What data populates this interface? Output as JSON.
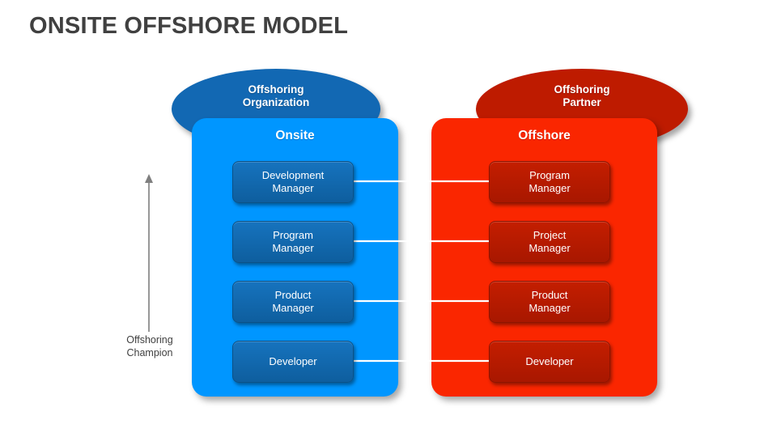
{
  "page": {
    "title": "ONSITE OFFSHORE MODEL",
    "background_color": "#FFFFFF",
    "title_color": "#404040"
  },
  "colors": {
    "ellipse_blue": "#1268B3",
    "ellipse_red": "#BE1B00",
    "panel_blue": "#0096FF",
    "panel_red": "#FA2600",
    "box_blue": "#1268AC",
    "box_red": "#BF1B00",
    "arrow_white": "#FFFFFF",
    "champion_arrow": "#7F7F7F",
    "text_white": "#FFFFFF"
  },
  "left_group": {
    "ellipse_label": "Offshoring\nOrganization",
    "ellipse_label_line1": "Offshoring",
    "ellipse_label_line2": "Organization",
    "panel_header": "Onsite",
    "roles": [
      {
        "line1": "Development",
        "line2": "Manager"
      },
      {
        "line1": "Program",
        "line2": "Manager"
      },
      {
        "line1": "Product",
        "line2": "Manager"
      },
      {
        "line1": "Developer",
        "line2": ""
      }
    ]
  },
  "right_group": {
    "ellipse_label_line1": "Offshoring",
    "ellipse_label_line2": "Partner",
    "panel_header": "Offshore",
    "roles": [
      {
        "line1": "Program",
        "line2": "Manager"
      },
      {
        "line1": "Project",
        "line2": "Manager"
      },
      {
        "line1": "Product",
        "line2": "Manager"
      },
      {
        "line1": "Developer",
        "line2": ""
      }
    ]
  },
  "champion": {
    "label_line1": "Offshoring",
    "label_line2": "Champion",
    "direction": "up"
  },
  "connectors": [
    {
      "from": "Development Manager",
      "to": "Program Manager",
      "direction": "right"
    },
    {
      "from": "Program Manager",
      "to": "Project Manager",
      "direction": "right"
    },
    {
      "from": "Product Manager",
      "to": "Product Manager",
      "direction": "right"
    },
    {
      "from": "Developer",
      "to": "Developer",
      "direction": "right"
    }
  ]
}
